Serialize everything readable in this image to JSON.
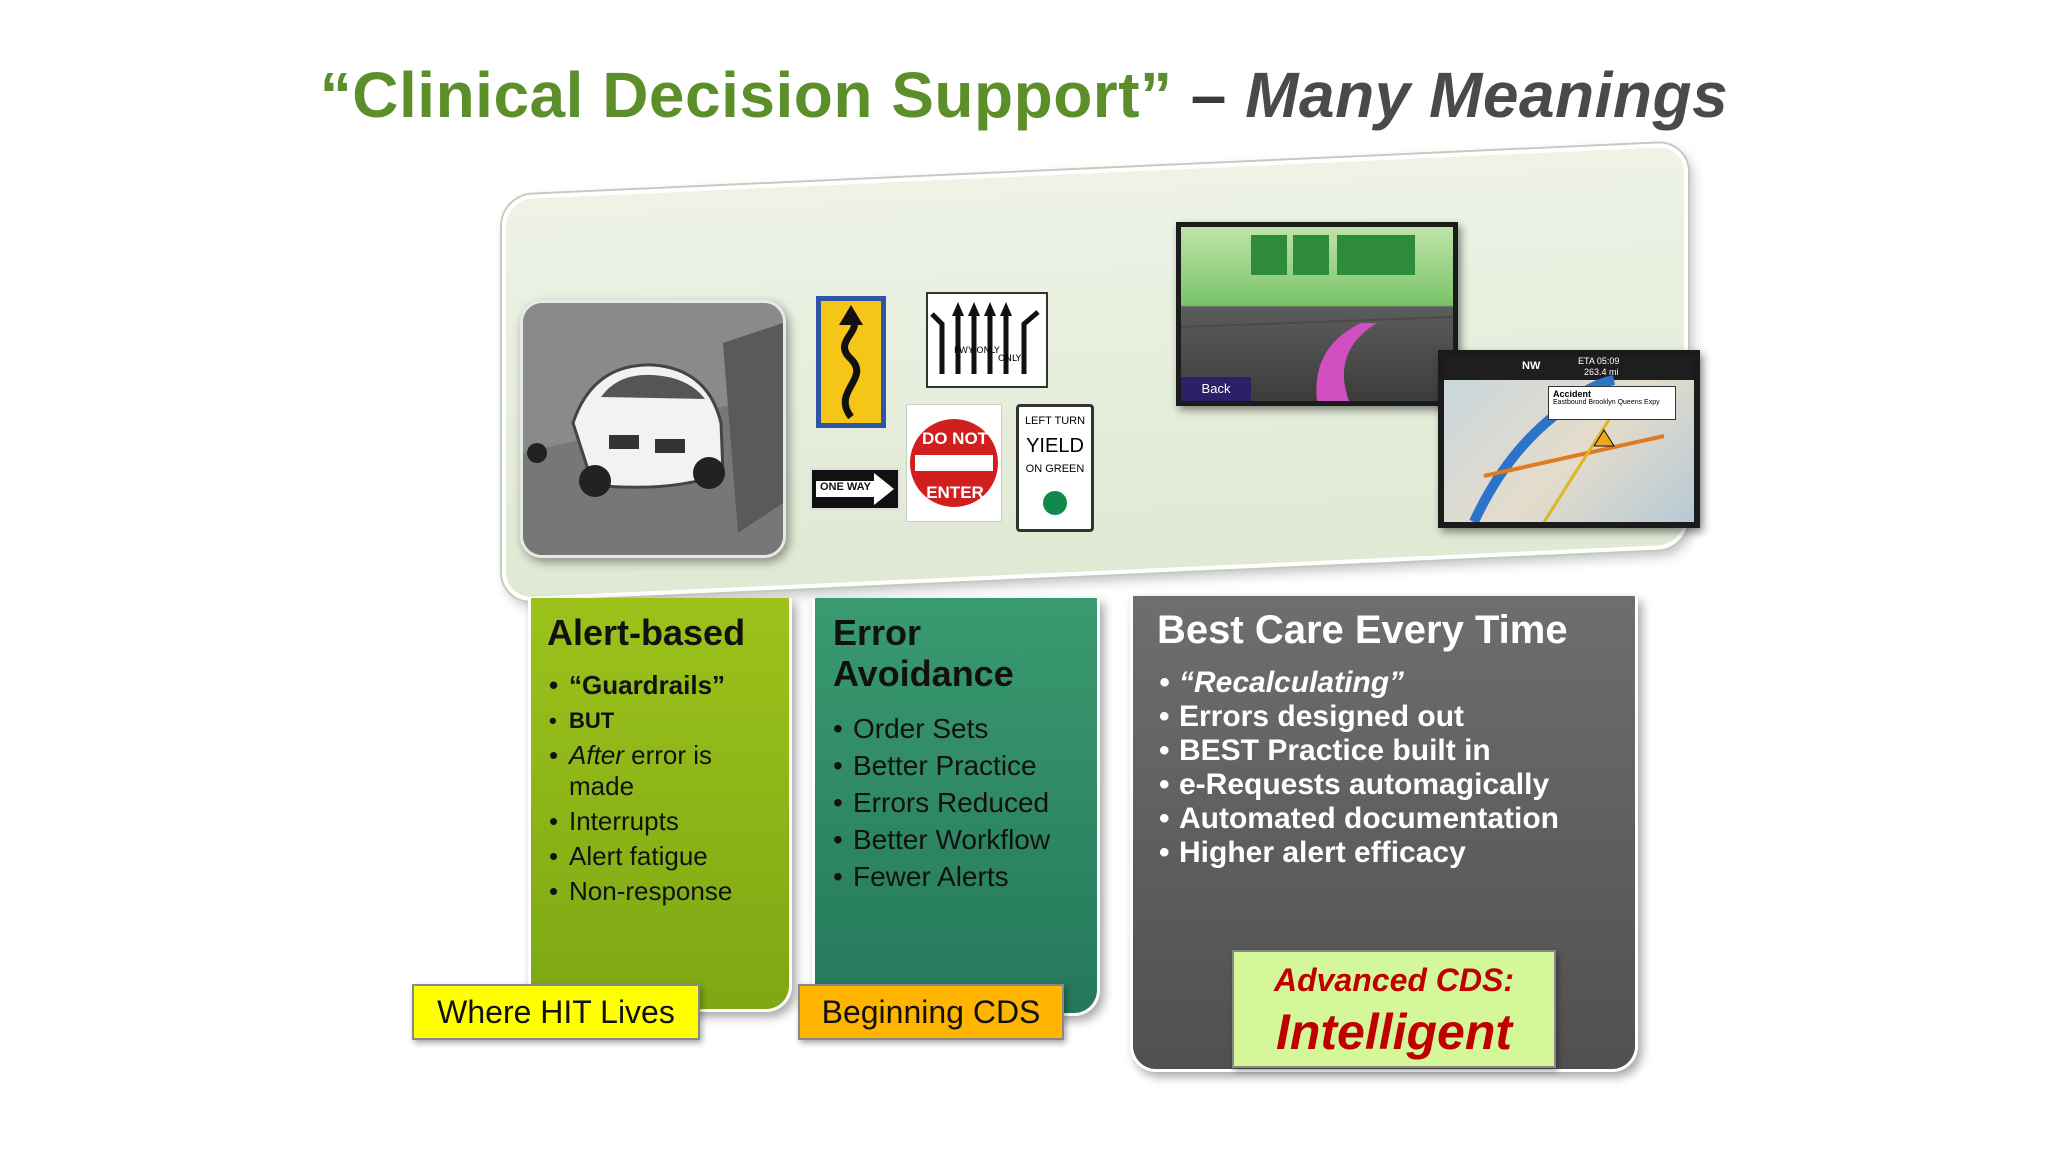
{
  "slide": {
    "title_green": "“Clinical Decision Support”",
    "title_dash": "–",
    "title_italic": "Many Meanings"
  },
  "illustrations": {
    "signs": {
      "one_way": "ONE WAY",
      "do_not": "DO NOT",
      "enter": "ENTER",
      "left_turn": "LEFT TURN",
      "yield": "YIELD",
      "on_green": "ON GREEN",
      "fwy_only_1": "FWY ONLY",
      "fwy_only_2": "ONLY"
    },
    "gps_1": {
      "back": "Back"
    },
    "gps_2": {
      "heading": "NW",
      "eta": "ETA 05:09",
      "distance": "263.4 mi",
      "alert_title": "Accident",
      "alert_detail": "Eastbound Brooklyn Queens Expy"
    }
  },
  "columns": [
    {
      "title": "Alert-based",
      "items": [
        "“Guardrails”",
        "BUT",
        "error is made",
        "Interrupts",
        "Alert fatigue",
        "Non-response"
      ],
      "after_word": "After",
      "tag": "Where HIT Lives"
    },
    {
      "title": "Error Avoidance",
      "items": [
        "Order Sets",
        "Better Practice",
        "Errors Reduced",
        "Better Workflow",
        "Fewer Alerts"
      ],
      "tag": "Beginning CDS"
    },
    {
      "title": "Best Care Every Time",
      "items": [
        "“Recalculating”",
        "Errors designed out",
        "BEST Practice built in",
        "e-Requests automagically",
        "Automated documentation",
        "Higher alert efficacy"
      ],
      "tag_line1": "Advanced CDS:",
      "tag_line2": "Intelligent"
    }
  ],
  "colors": {
    "title_green": "#5c8f2a",
    "col1": "#8db51a",
    "col2": "#2e8a64",
    "col3": "#5e5e5e",
    "tag1": "#ffff00",
    "tag2": "#ffb400",
    "tag3": "#d4f79a",
    "tag3_text": "#c00000"
  }
}
